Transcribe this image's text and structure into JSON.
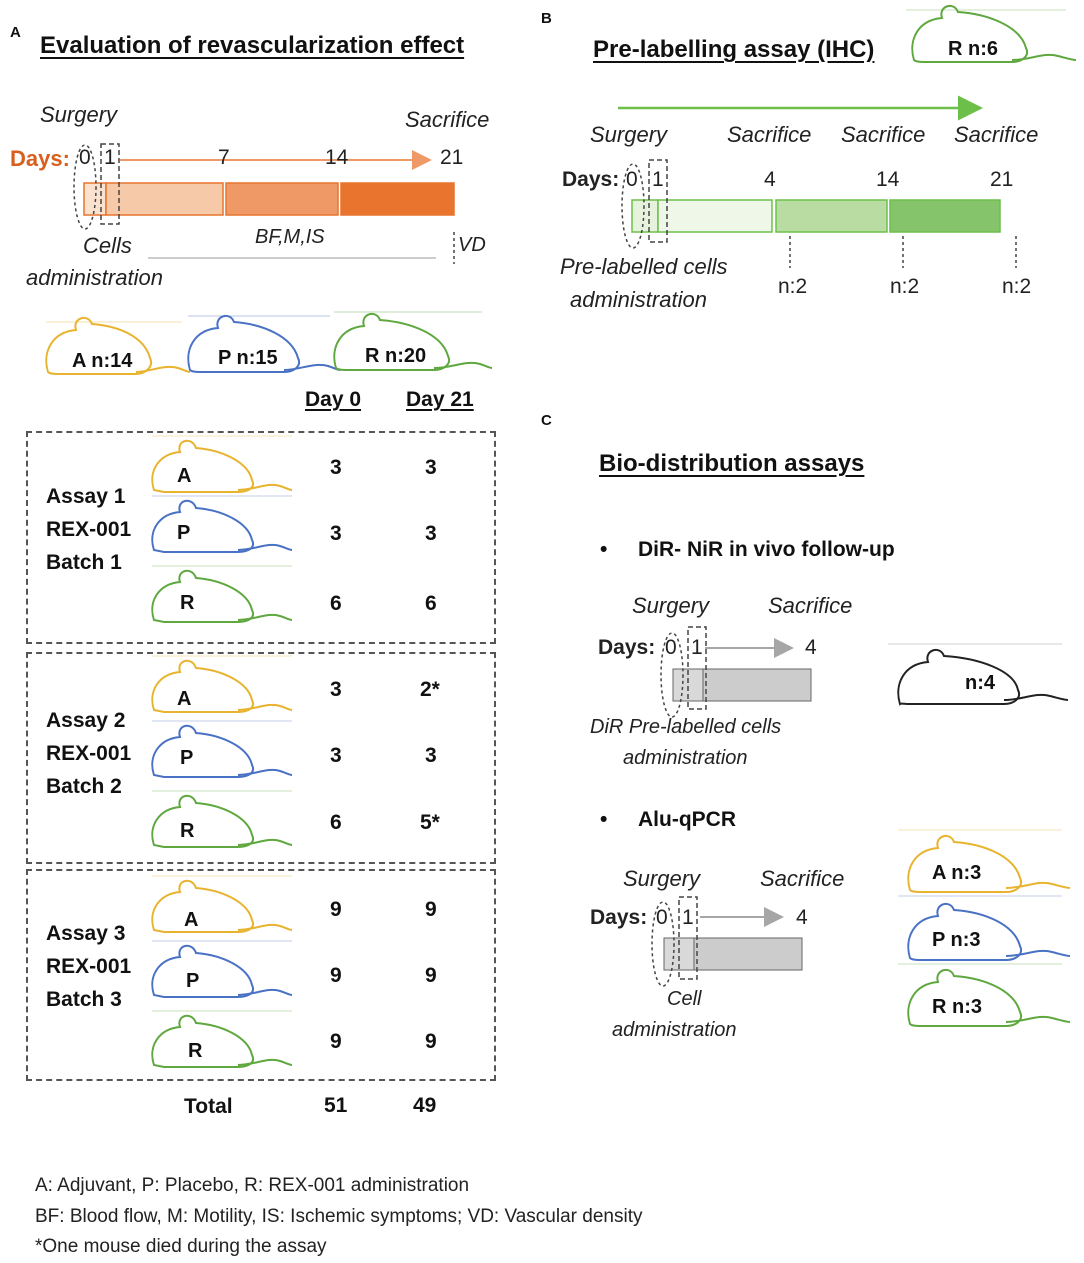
{
  "colors": {
    "adjuvant": "#e8b430",
    "placebo": "#4a72c4",
    "rex": "#5fa840",
    "orange_dark": "#e8742e",
    "orange_mid": "#ef9a66",
    "orange_light": "#f6c9a8",
    "orange_text": "#d95f1e",
    "green_arrow": "#6cc04a",
    "green_light": "#e6f2dc",
    "green_mid": "#b8dca2",
    "green_dark": "#86c46c",
    "gray_bar": "#cccccc",
    "gray_arrow": "#a6a6a6"
  },
  "panel_a": {
    "letter": "A",
    "title": "Evaluation of revascularization effect",
    "surgery": "Surgery",
    "sacrifice": "Sacrifice",
    "days_label": "Days:",
    "day_ticks": [
      "0",
      "1",
      "7",
      "14",
      "21"
    ],
    "cells_admin_line1": "Cells",
    "cells_admin_line2": "administration",
    "measures": "BF,M,IS",
    "vd": "VD",
    "groups": [
      {
        "letter": "A",
        "label": "A n:14",
        "color_key": "adjuvant"
      },
      {
        "letter": "P",
        "label": "P n:15",
        "color_key": "placebo"
      },
      {
        "letter": "R",
        "label": "R n:20",
        "color_key": "rex"
      }
    ],
    "col_day0": "Day 0",
    "col_day21": "Day 21",
    "assays": [
      {
        "line1": "Assay 1",
        "line2": "REX-001",
        "line3": "Batch 1",
        "rows": [
          {
            "mouse": "A",
            "day0": "3",
            "day21": "3"
          },
          {
            "mouse": "P",
            "day0": "3",
            "day21": "3"
          },
          {
            "mouse": "R",
            "day0": "6",
            "day21": "6"
          }
        ]
      },
      {
        "line1": "Assay 2",
        "line2": "REX-001",
        "line3": "Batch 2",
        "rows": [
          {
            "mouse": "A",
            "day0": "3",
            "day21": "2*"
          },
          {
            "mouse": "P",
            "day0": "3",
            "day21": "3"
          },
          {
            "mouse": "R",
            "day0": "6",
            "day21": "5*"
          }
        ]
      },
      {
        "line1": "Assay 3",
        "line2": "REX-001",
        "line3": "Batch 3",
        "rows": [
          {
            "mouse": "A",
            "day0": "9",
            "day21": "9"
          },
          {
            "mouse": "P",
            "day0": "9",
            "day21": "9"
          },
          {
            "mouse": "R",
            "day0": "9",
            "day21": "9"
          }
        ]
      }
    ],
    "total_label": "Total",
    "total_day0": "51",
    "total_day21": "49"
  },
  "panel_b": {
    "letter": "B",
    "title": "Pre-labelling assay (IHC)",
    "mouse_label": "R n:6",
    "surgery": "Surgery",
    "sacrifices": [
      "Sacrifice",
      "Sacrifice",
      "Sacrifice"
    ],
    "days_label": "Days:",
    "day_ticks": [
      "0",
      "1",
      "4",
      "14",
      "21"
    ],
    "admin_line1": "Pre-labelled cells",
    "admin_line2": "administration",
    "n_labels": [
      "n:2",
      "n:2",
      "n:2"
    ]
  },
  "panel_c": {
    "letter": "C",
    "title": "Bio-distribution assays",
    "bullet1": "DiR- NiR in vivo follow-up",
    "bullet2": "Alu-qPCR",
    "bullet_glyph": "•",
    "surgery": "Surgery",
    "sacrifice": "Sacrifice",
    "days_label": "Days:",
    "day_ticks": [
      "0",
      "1",
      "4"
    ],
    "dir_admin_line1": "DiR Pre-labelled cells",
    "dir_admin_line2": "administration",
    "dir_mouse_label": "n:4",
    "cell_admin_line1": "Cell",
    "cell_admin_line2": "administration",
    "alu_mice": [
      "A n:3",
      "P n:3",
      "R n:3"
    ]
  },
  "legend": {
    "line1": "A: Adjuvant, P: Placebo, R: REX-001 administration",
    "line2": "BF: Blood flow, M: Motility, IS: Ischemic symptoms; VD: Vascular density",
    "line3": "*One mouse died during the assay"
  }
}
